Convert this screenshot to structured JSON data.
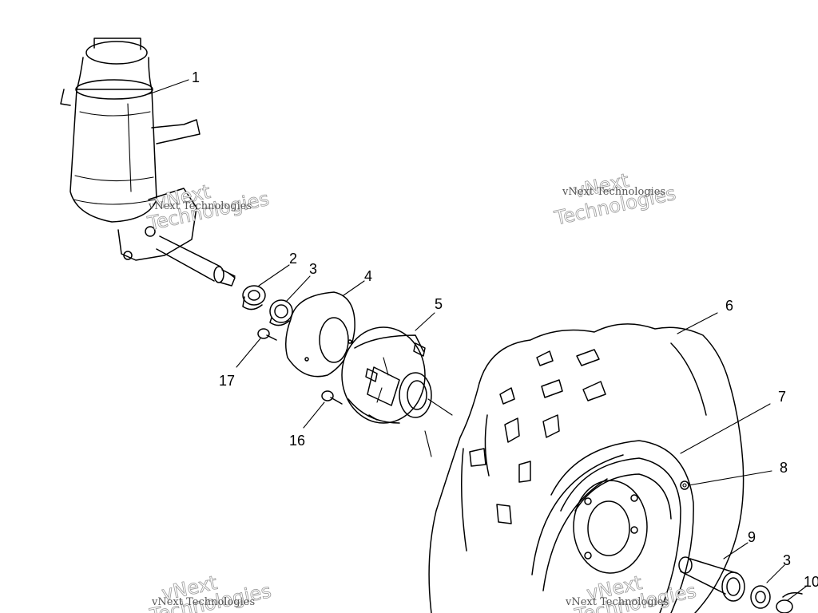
{
  "callouts": [
    "1",
    "2",
    "3",
    "4",
    "5",
    "6",
    "7",
    "8",
    "9",
    "3",
    "10",
    "17",
    "16"
  ],
  "watermarks": [
    {
      "line1": "vNext",
      "line2": "Technologies",
      "small": "vNext Technologies"
    },
    {
      "line1": "vNext",
      "line2": "Technologies",
      "small": "vNext Technologies"
    },
    {
      "line1": "vNext",
      "line2": "Technologies",
      "small": "vNext Technologies"
    },
    {
      "line1": "vNext",
      "line2": "Technologies",
      "small": "vNext Technologies"
    }
  ],
  "colors": {
    "line": "#000000",
    "background": "#ffffff",
    "watermark": "#9a9a9a"
  }
}
